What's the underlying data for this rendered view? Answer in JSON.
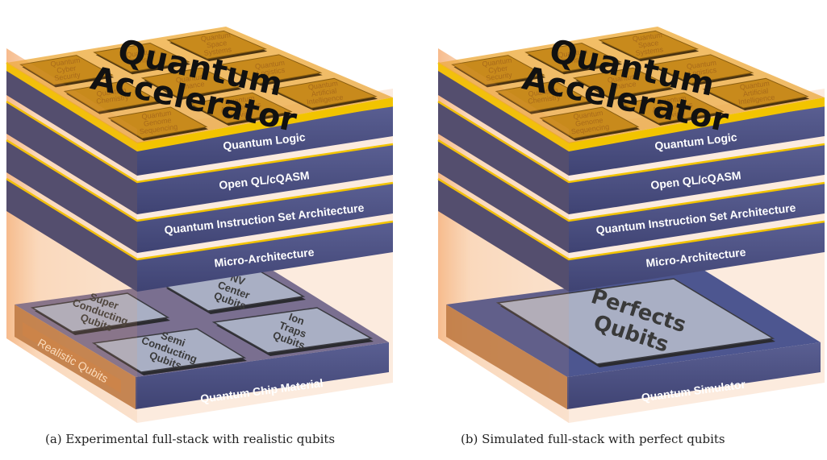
{
  "left": {
    "title_line1": "Quantum",
    "title_line2": "Accelerator",
    "tiles": [
      [
        "Quantum",
        "Cyber",
        "Security"
      ],
      [
        "Quantum",
        "Sensor"
      ],
      [
        "Quantum",
        "Space",
        "Systems"
      ],
      [
        "Quantum",
        "Chemistry"
      ],
      [
        "Quantum",
        "Finance"
      ],
      [
        "Quantum",
        "Logistics"
      ],
      [
        "Quantum",
        "Genome",
        "Sequencing"
      ],
      [
        "Quantum",
        "Autonomous",
        "Driving"
      ],
      [
        "Quantum",
        "Artificial",
        "Intelligence"
      ]
    ],
    "layers": [
      "Quantum Logic",
      "Open QL/cQASM",
      "Quantum Instruction Set Architecture",
      "Micro-Architecture"
    ],
    "qubit_tiles": [
      [
        "Super",
        "Conducting",
        "Qubits"
      ],
      [
        "NV",
        "Center",
        "Qubits"
      ],
      [
        "Semi",
        "Conducting",
        "Qubits"
      ],
      [
        "Ion",
        "Traps",
        "Qubits"
      ]
    ],
    "realistic_label": "Realistic Qubits",
    "base_label": "Quantum Chip Material"
  },
  "right": {
    "title_line1": "Quantum",
    "title_line2": "Accelerator",
    "tiles": [
      [
        "Quantum",
        "Cyber",
        "Security"
      ],
      [
        "Quantum",
        "Sensor"
      ],
      [
        "Quantum",
        "Space",
        "Systems"
      ],
      [
        "Quantum",
        "Chemistry"
      ],
      [
        "Quantum",
        "Finance"
      ],
      [
        "Quantum",
        "Logistics"
      ],
      [
        "Quantum",
        "Genome",
        "Sequencing"
      ],
      [
        "Quantum",
        "Autonomous",
        "Driving"
      ],
      [
        "Quantum",
        "Artificial",
        "Intelligence"
      ]
    ],
    "layers": [
      "Quantum Logic",
      "Open QL/cQASM",
      "Quantum Instruction Set Architecture",
      "Micro-Architecture"
    ],
    "perfect_line1": "Perfects",
    "perfect_line2": "Qubits",
    "base_label": "Quantum Simulator"
  },
  "captions": {
    "left": "(a) Experimental full-stack with realistic qubits",
    "right": "(b) Simulated full-stack with perfect qubits"
  },
  "colors": {
    "layer_front": "#4b5080",
    "layer_side": "#3e4270",
    "gold_edge": "#f2c400",
    "tile": "#c88a1c",
    "qubit_tile": "#a9afc4",
    "orange_glass": "#f3a55e"
  }
}
